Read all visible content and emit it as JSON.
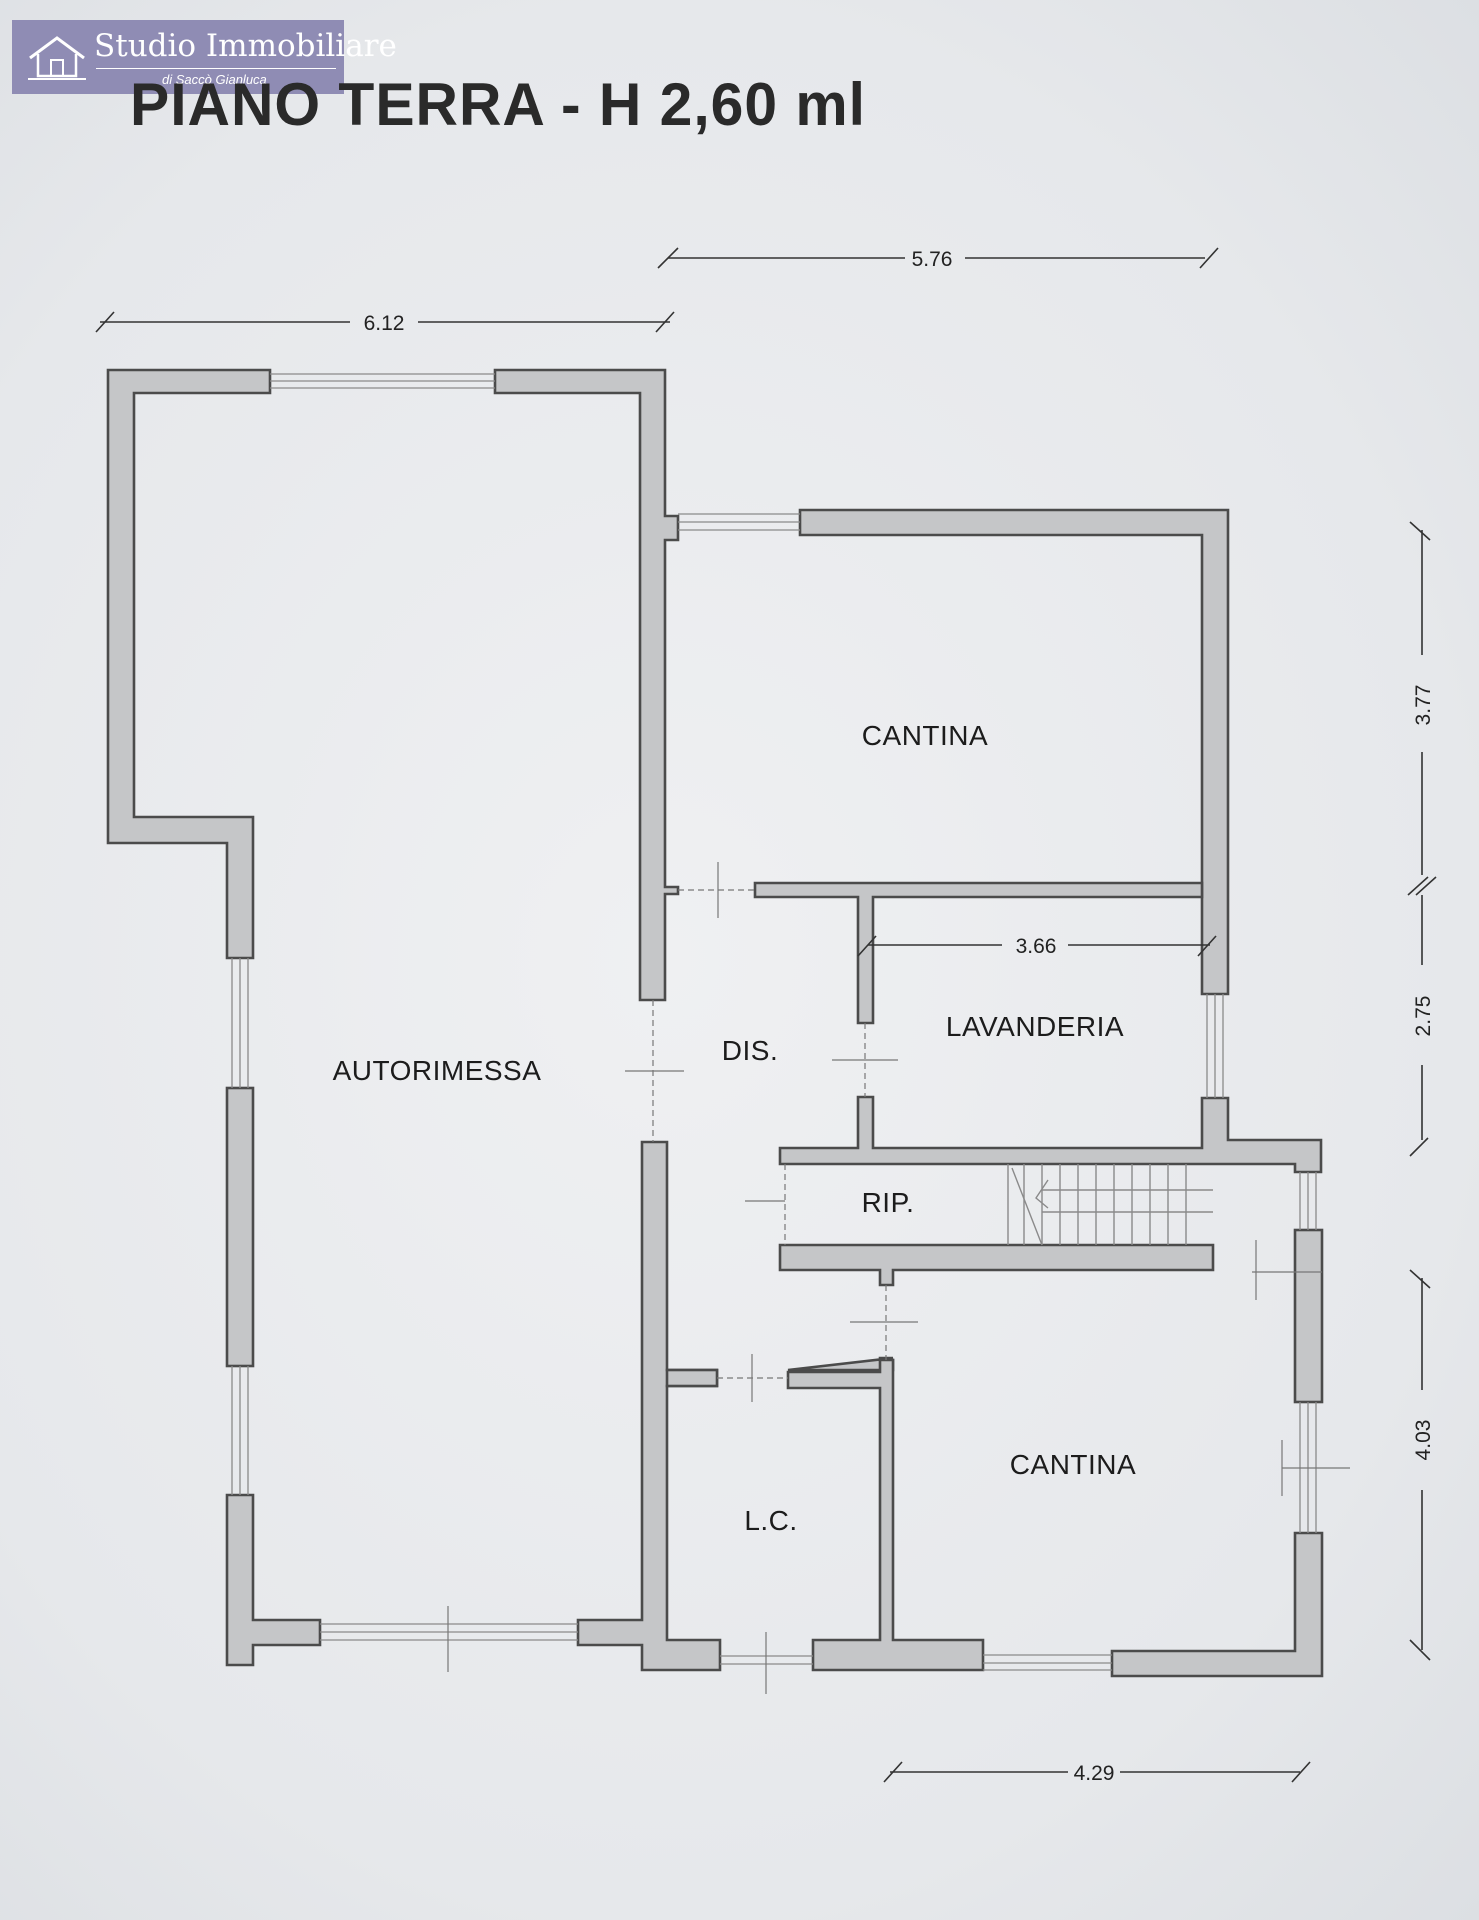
{
  "logo": {
    "name": "Studio Immobiliare",
    "subtitle": "di Saccò Gianluca",
    "icon": "house-icon"
  },
  "title": "PIANO TERRA - H 2,60 ml",
  "rooms": {
    "cantina_north": "CANTINA",
    "lavanderia": "LAVANDERIA",
    "autorimessa": "AUTORIMESSA",
    "dis": "DIS.",
    "rip": "RIP.",
    "cantina_south": "CANTINA",
    "lc": "L.C."
  },
  "dimensions": {
    "top_right": "5.76",
    "top_left": "6.12",
    "inner_lavanderia": "3.66",
    "right_upper": "3.77",
    "right_middle": "2.75",
    "right_lower": "4.03",
    "bottom": "4.29"
  }
}
